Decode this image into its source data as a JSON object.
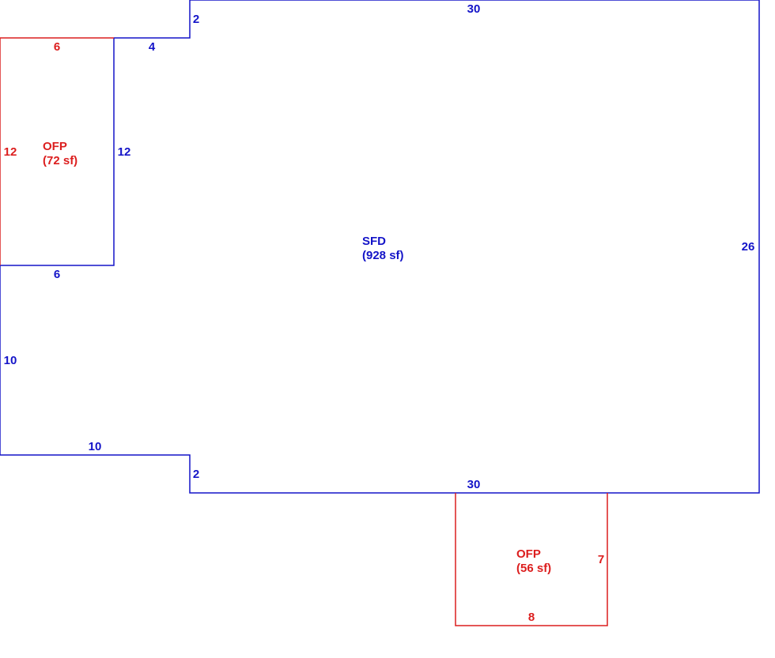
{
  "colors": {
    "main_structure": "#1414c8",
    "porch": "#dc1e1e"
  },
  "areas": {
    "sfd": {
      "code": "SFD",
      "size": "(928 sf)"
    },
    "ofp_left": {
      "code": "OFP",
      "size": "(72 sf)"
    },
    "ofp_bottom": {
      "code": "OFP",
      "size": "(56 sf)"
    }
  },
  "dimensions": {
    "sfd_top": "30",
    "sfd_right": "26",
    "sfd_bottom": "30",
    "sfd_step_top": "2",
    "sfd_step_bottom": "2",
    "sfd_top_left": "4",
    "sfd_notch_side": "12",
    "sfd_notch_bottom": "6",
    "sfd_left": "10",
    "sfd_bottom_left": "10",
    "ofp_left_top": "6",
    "ofp_left_side": "12",
    "ofp_bottom_right": "7",
    "ofp_bottom_bottom": "8"
  }
}
